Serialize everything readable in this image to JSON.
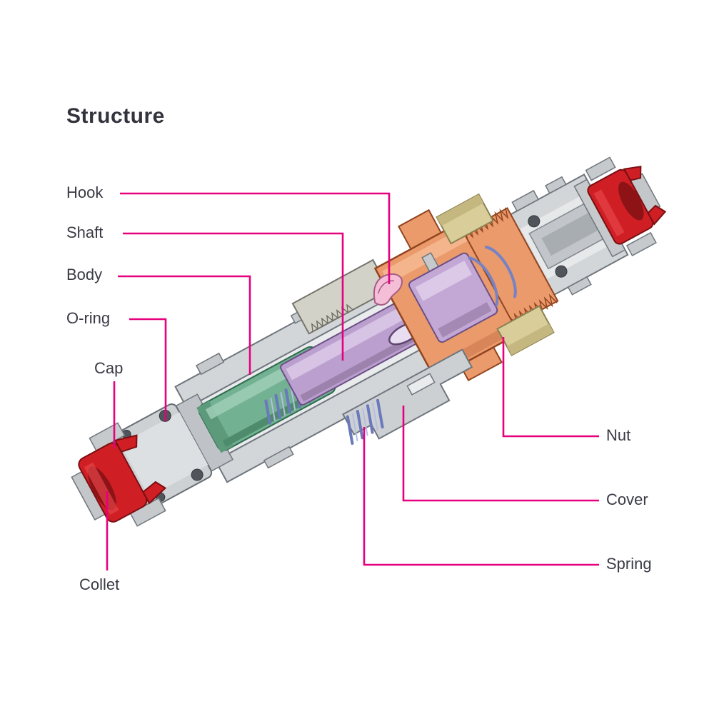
{
  "title": "Structure",
  "palette": {
    "leader_line": "#e6007e",
    "label_text": "#3a3a45",
    "title_text": "#33333d",
    "metal_gray": "#d3d6d9",
    "collet_red": "#cf1f24",
    "housing_orange": "#ea9a6b",
    "shaft_purple": "#bb9fce",
    "inner_green": "#72b191",
    "nut_tan": "#d9cd9a",
    "spring_blue": "#6a79bc",
    "hook_pink": "#f3bed6"
  },
  "labels": {
    "hook": "Hook",
    "shaft": "Shaft",
    "body": "Body",
    "oring": "O-ring",
    "cap": "Cap",
    "collet": "Collet",
    "nut": "Nut",
    "cover": "Cover",
    "spring": "Spring"
  }
}
